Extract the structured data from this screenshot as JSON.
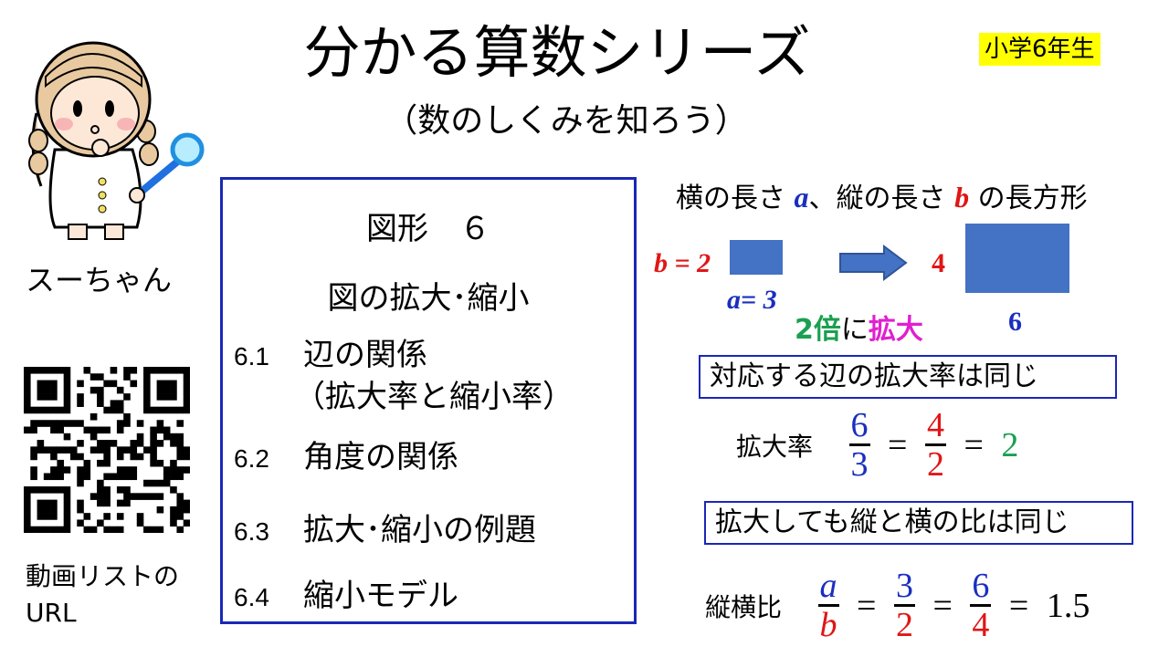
{
  "header": {
    "title": "分かる算数シリーズ",
    "subtitle": "（数のしくみを知ろう）",
    "grade": "小学6年生"
  },
  "character": {
    "name": "スーちゃん"
  },
  "qr": {
    "caption_line1": "動画リストの",
    "caption_line2": "URL"
  },
  "toc": {
    "title": "図形　６",
    "subtitle": "図の拡大･縮小",
    "items": [
      {
        "num": "6.1",
        "label": "辺の関係",
        "sub": "（拡大率と縮小率）"
      },
      {
        "num": "6.2",
        "label": "角度の関係"
      },
      {
        "num": "6.3",
        "label": "拡大･縮小の例題"
      },
      {
        "num": "6.4",
        "label": "縮小モデル"
      }
    ]
  },
  "explanation": {
    "rect_desc_part1": "横の長さ",
    "var_a": "a",
    "rect_desc_part2": "、縦の長さ",
    "var_b": "b",
    "rect_desc_part3": " の長方形",
    "small_b_label": "b = 2",
    "small_a_label": "a= 3",
    "big_height": "4",
    "big_width": "6",
    "scale_factor": "2倍",
    "scale_ni": "に",
    "scale_verb": "拡大",
    "rule1": "対応する辺の拡大率は同じ",
    "ratio_label": "拡大率",
    "ratio_f1_num": "6",
    "ratio_f1_den": "3",
    "ratio_f2_num": "4",
    "ratio_f2_den": "2",
    "ratio_result": "2",
    "eq": "=",
    "rule2": "拡大しても縦と横の比は同じ",
    "aspect_label": "縦横比",
    "aspect_f1_num": "a",
    "aspect_f1_den": "b",
    "aspect_f2_num": "3",
    "aspect_f2_den": "2",
    "aspect_f3_num": "6",
    "aspect_f3_den": "4",
    "aspect_result": "1.5"
  },
  "colors": {
    "box_border": "#1a27b8",
    "rect_fill": "#4472c4",
    "grade_bg": "#ffff00",
    "blue_text": "#1a2fbf",
    "red_text": "#e01616",
    "green_text": "#1aa050",
    "magenta_text": "#e020d0"
  }
}
